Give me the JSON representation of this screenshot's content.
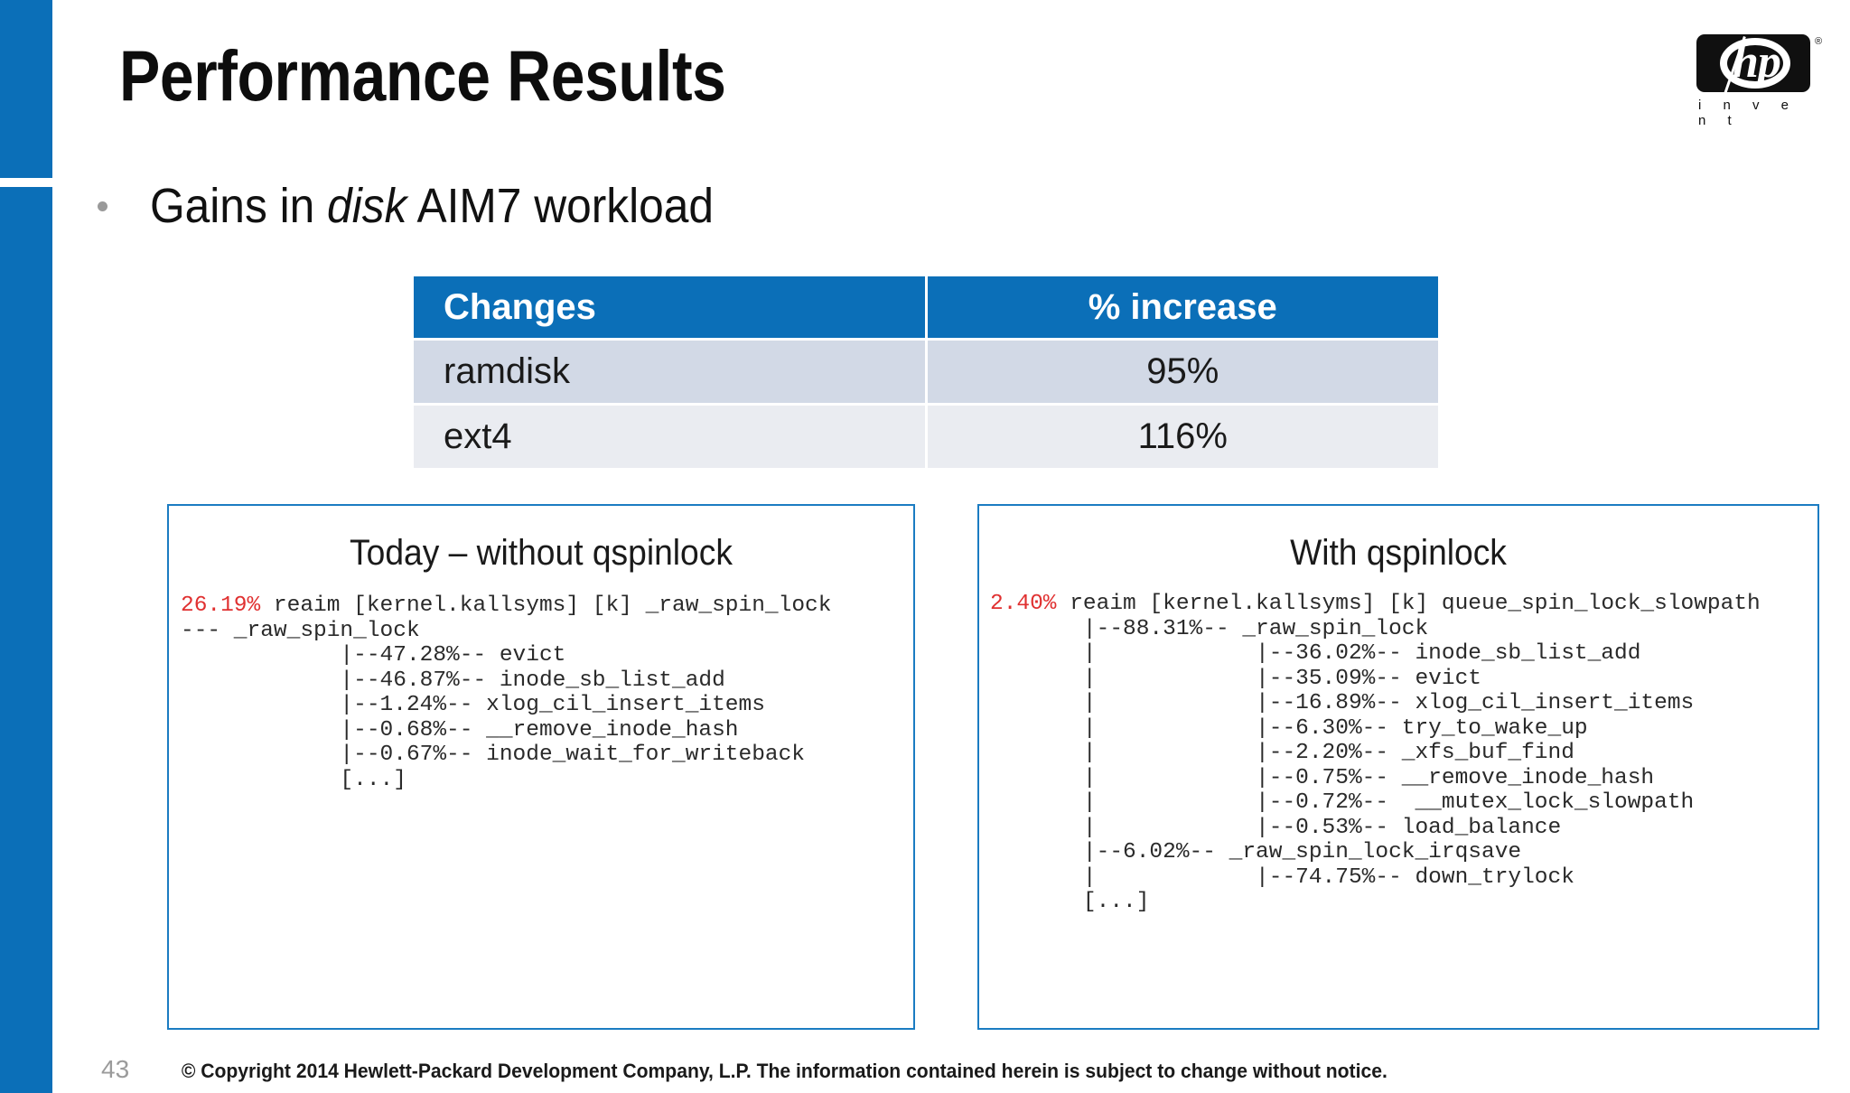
{
  "slide": {
    "title": "Performance Results",
    "bullet": {
      "prefix": "Gains in ",
      "emphasis": "disk",
      "suffix": " AIM7 workload"
    }
  },
  "logo": {
    "wordmark": "hp",
    "tagline": "i n v e n t",
    "registered": "®"
  },
  "table": {
    "headers": [
      "Changes",
      "% increase"
    ],
    "rows": [
      {
        "change": "ramdisk",
        "increase": "95%"
      },
      {
        "change": "ext4",
        "increase": "116%"
      }
    ]
  },
  "panels": {
    "left": {
      "title": "Today – without qspinlock",
      "head_pct": "26.19%",
      "head_rest": " reaim [kernel.kallsyms] [k] _raw_spin_lock",
      "body": "--- _raw_spin_lock\n            |--47.28%-- evict\n            |--46.87%-- inode_sb_list_add\n            |--1.24%-- xlog_cil_insert_items\n            |--0.68%-- __remove_inode_hash\n            |--0.67%-- inode_wait_for_writeback\n            [...]"
    },
    "right": {
      "title": "With qspinlock",
      "head_pct": "2.40%",
      "head_rest": " reaim [kernel.kallsyms] [k] queue_spin_lock_slowpath",
      "body": "       |--88.31%-- _raw_spin_lock\n       |            |--36.02%-- inode_sb_list_add\n       |            |--35.09%-- evict\n       |            |--16.89%-- xlog_cil_insert_items\n       |            |--6.30%-- try_to_wake_up\n       |            |--2.20%-- _xfs_buf_find\n       |            |--0.75%-- __remove_inode_hash\n       |            |--0.72%--  __mutex_lock_slowpath\n       |            |--0.53%-- load_balance\n       |--6.02%-- _raw_spin_lock_irqsave\n       |            |--74.75%-- down_trylock\n       [...]"
    }
  },
  "footer": {
    "page_number": "43",
    "copyright": "© Copyright 2014 Hewlett-Packard Development Company, L.P.  The information contained herein is subject to change without notice."
  },
  "colors": {
    "accent_blue": "#0b6fb8",
    "panel_border": "#1b7cc2",
    "row_alt": "#d2d9e6",
    "row_base": "#eaecf1",
    "pct_red": "#e03030"
  }
}
